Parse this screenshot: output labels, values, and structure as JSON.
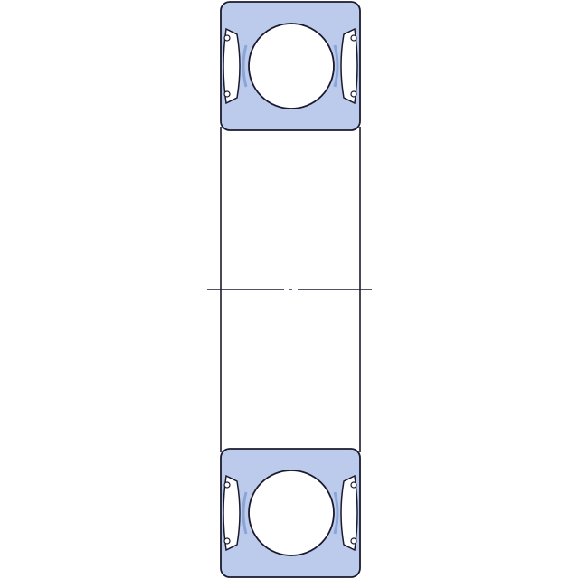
{
  "diagram": {
    "kind": "deep-groove-ball-bearing-cross-section",
    "sealed": true,
    "colors": {
      "background": "#ffffff",
      "ring_fill": "#bccbec",
      "outline": "#1a1a2e",
      "ball_fill": "#ffffff",
      "seal_fill": "#ffffff",
      "seal_lip": "#8aa6d6",
      "centerline": "#1a1a2e"
    },
    "parts": [
      "outer-ring",
      "inner-ring",
      "ball",
      "seal-left",
      "seal-right",
      "bore",
      "centerline"
    ]
  }
}
